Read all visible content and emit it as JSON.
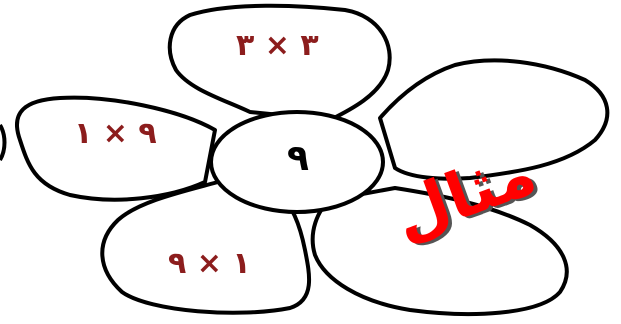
{
  "diagram": {
    "center": {
      "label": "٩"
    },
    "petals": [
      {
        "id": "top",
        "label": "٣ × ٣"
      },
      {
        "id": "left",
        "label": "٩ × ١"
      },
      {
        "id": "bottom-left",
        "label": "١ × ٩"
      },
      {
        "id": "right",
        "label": ""
      },
      {
        "id": "bottom-right",
        "label": ""
      }
    ],
    "stamp": {
      "label": "مثال",
      "color": "#ff0000"
    },
    "colors": {
      "petal_text": "#8c1d1d",
      "outline": "#000000"
    }
  }
}
